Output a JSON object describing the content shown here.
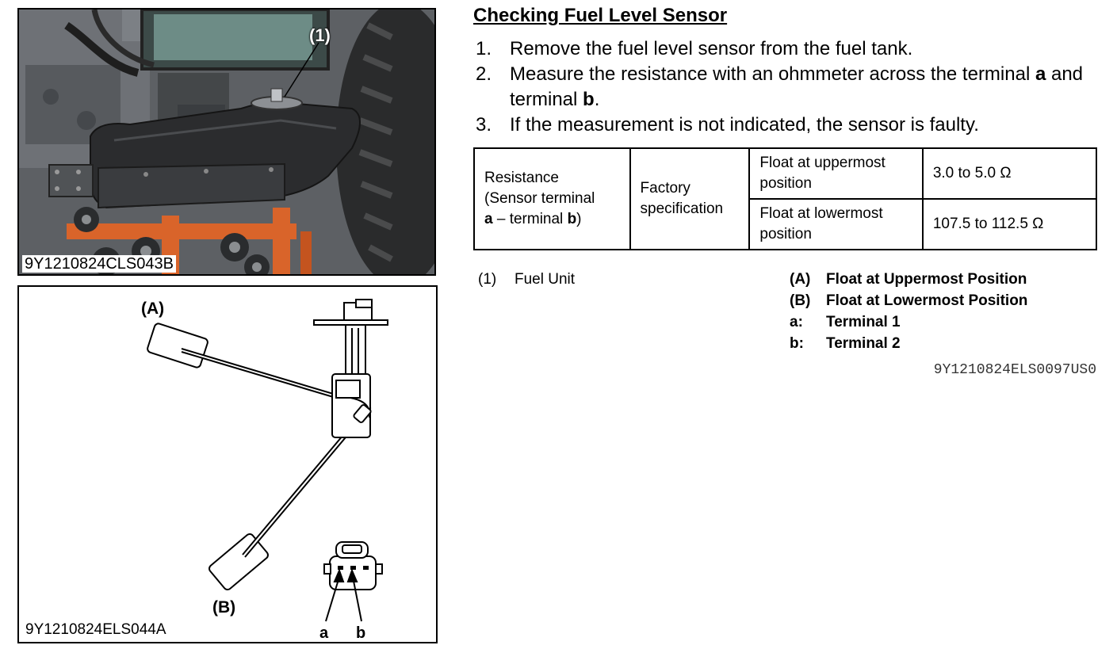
{
  "photo": {
    "callout": "(1)",
    "image_code": "9Y1210824CLS043B"
  },
  "diagram": {
    "label_A": "(A)",
    "label_B": "(B)",
    "terminal_a": "a",
    "terminal_b": "b",
    "image_code": "9Y1210824ELS044A"
  },
  "title": "Checking Fuel Level Sensor",
  "steps": [
    {
      "num": "1.",
      "text": "Remove the fuel level sensor from the fuel tank."
    },
    {
      "num": "2.",
      "pre": "Measure the resistance with an ohmmeter across the terminal ",
      "bold1": "a",
      "mid": " and terminal ",
      "bold2": "b",
      "post": "."
    },
    {
      "num": "3.",
      "text": "If the measurement is not indicated, the sensor is faulty."
    }
  ],
  "spec_table": {
    "item_line1": "Resistance",
    "item_line2": "(Sensor terminal",
    "item_bold_a": "a",
    "item_dash": " – terminal ",
    "item_bold_b": "b",
    "item_close": ")",
    "spec_label_line1": "Factory",
    "spec_label_line2": "specification",
    "rows": [
      {
        "condition": "Float at uppermost position",
        "value": "3.0 to 5.0 Ω"
      },
      {
        "condition": "Float at lowermost position",
        "value": "107.5 to 112.5 Ω"
      }
    ]
  },
  "legend_left": [
    {
      "key": "(1)",
      "label": "Fuel Unit"
    }
  ],
  "legend_right": [
    {
      "key": "(A)",
      "label": "Float at Uppermost Position"
    },
    {
      "key": "(B)",
      "label": "Float at Lowermost Position"
    },
    {
      "key": "a:",
      "label": "Terminal 1"
    },
    {
      "key": "b:",
      "label": "Terminal 2"
    }
  ],
  "doc_ref": "9Y1210824ELS0097US0",
  "colors": {
    "frame_orange": "#d9642a",
    "tank_black": "#2b2c2e",
    "engine_gray": "#6b6e72"
  }
}
